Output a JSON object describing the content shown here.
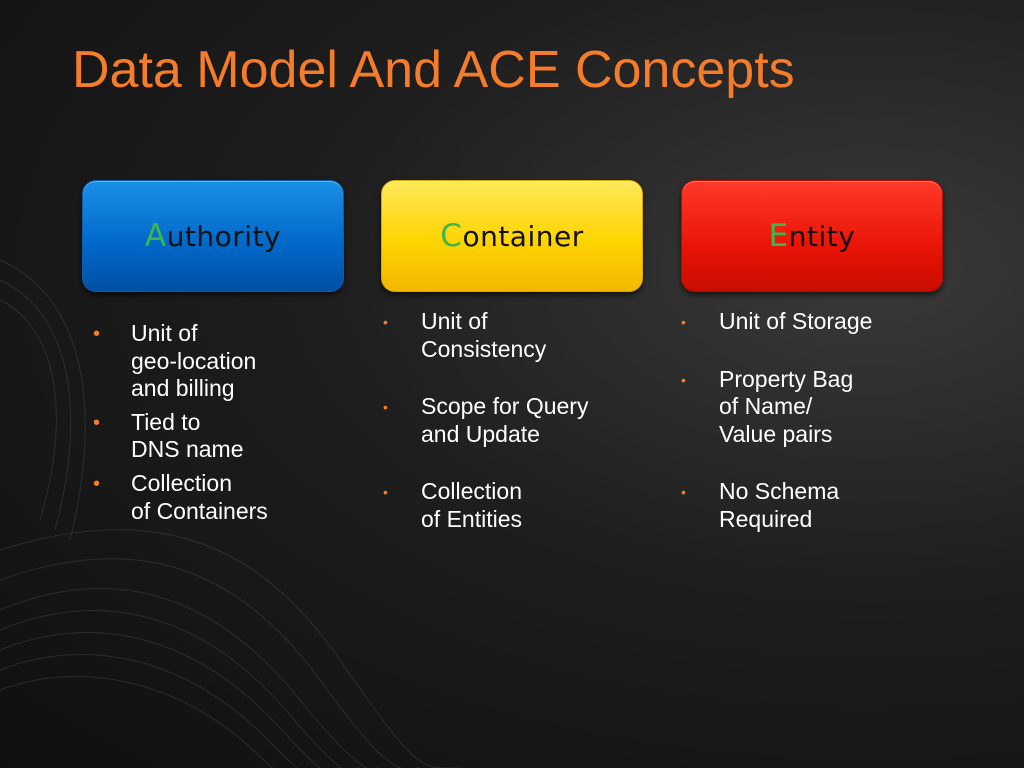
{
  "slide": {
    "title": "Data Model And ACE Concepts"
  },
  "cards": [
    {
      "initial": "A",
      "rest": "uthority"
    },
    {
      "initial": "C",
      "rest": "ontainer"
    },
    {
      "initial": "E",
      "rest": "ntity"
    }
  ],
  "columns": {
    "authority": [
      {
        "lines": [
          "Unit of",
          "geo-location",
          "and billing"
        ]
      },
      {
        "lines": [
          "Tied to",
          "DNS name"
        ]
      },
      {
        "lines": [
          "Collection",
          "of Containers"
        ]
      }
    ],
    "container": [
      {
        "lines": [
          "Unit of",
          "Consistency"
        ]
      },
      {
        "lines": [
          "Scope for Query",
          "and Update"
        ]
      },
      {
        "lines": [
          "Collection",
          "of Entities"
        ]
      }
    ],
    "entity": [
      {
        "lines": [
          "Unit of Storage"
        ]
      },
      {
        "lines": [
          "Property Bag",
          "of Name/",
          "Value pairs"
        ]
      },
      {
        "lines": [
          "No Schema",
          "Required"
        ]
      }
    ]
  },
  "colors": {
    "title": "#f47c2a",
    "initial": "#3fb64a",
    "authority_card": "#0067c7",
    "container_card": "#ffd400",
    "entity_card": "#e91405",
    "bullet": "#f47c2a"
  },
  "icons": {
    "bullet": "bullet-dot"
  }
}
